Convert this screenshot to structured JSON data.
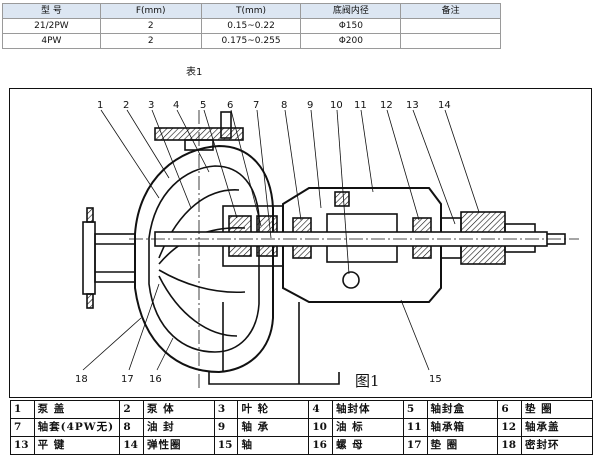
{
  "spec_table": {
    "headers": [
      "型 号",
      "F(mm)",
      "T(mm)",
      "底阀内径",
      "备注"
    ],
    "rows": [
      [
        "21/2PW",
        "2",
        "0.15~0.22",
        "Φ150",
        ""
      ],
      [
        "4PW",
        "2",
        "0.175~0.255",
        "Φ200",
        ""
      ]
    ]
  },
  "table_caption": "表1",
  "figure": {
    "caption": "图1",
    "callouts_top": [
      "1",
      "2",
      "3",
      "4",
      "5",
      "6",
      "7",
      "8",
      "9",
      "10",
      "11",
      "12",
      "13",
      "14"
    ],
    "callouts_bottom": [
      "18",
      "17",
      "16",
      "15"
    ]
  },
  "legend": {
    "rows": [
      [
        [
          "1",
          "泵 盖"
        ],
        [
          "2",
          "泵 体"
        ],
        [
          "3",
          "叶 轮"
        ],
        [
          "4",
          "轴封体"
        ],
        [
          "5",
          "轴封盒"
        ],
        [
          "6",
          "垫 圈"
        ]
      ],
      [
        [
          "7",
          "轴套(4PW无)"
        ],
        [
          "8",
          "油 封"
        ],
        [
          "9",
          "轴 承"
        ],
        [
          "10",
          "油 标"
        ],
        [
          "11",
          "轴承箱"
        ],
        [
          "12",
          "轴承盖"
        ]
      ],
      [
        [
          "13",
          "平 键"
        ],
        [
          "14",
          "弹性圈"
        ],
        [
          "15",
          "轴"
        ],
        [
          "16",
          "螺 母"
        ],
        [
          "17",
          "垫 圈"
        ],
        [
          "18",
          "密封环"
        ]
      ]
    ]
  }
}
